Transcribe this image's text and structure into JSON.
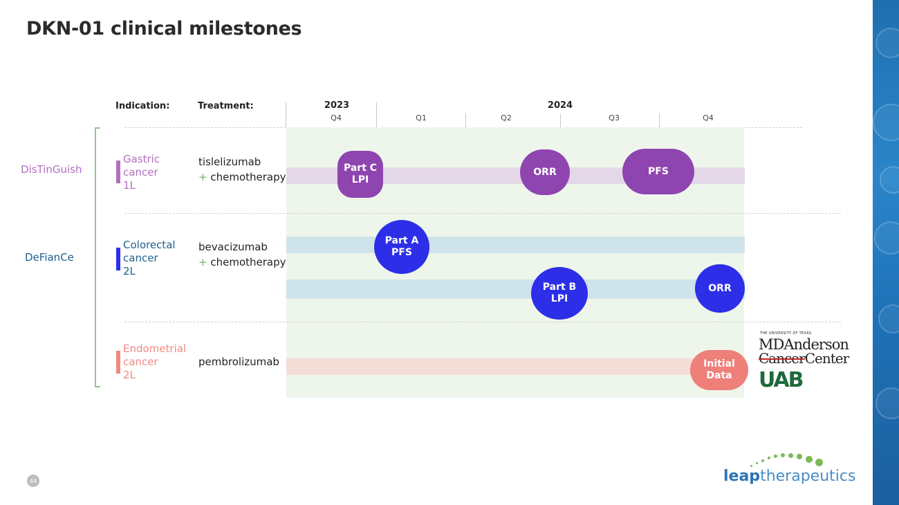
{
  "title": "DKN-01 clinical milestones",
  "headers": {
    "indication": "Indication:",
    "treatment": "Treatment:"
  },
  "timeline": {
    "years": [
      "2023",
      "2024"
    ],
    "quarters": [
      "Q4",
      "Q1",
      "Q2",
      "Q3",
      "Q4"
    ]
  },
  "trials": [
    {
      "name": "DisTinGuish",
      "color": "#b36ec2",
      "indication": [
        "Gastric",
        "cancer",
        "1L"
      ],
      "treatment": {
        "line1": "tislelizumab",
        "plus": "+",
        "line2": "chemotherapy"
      },
      "milestones": [
        {
          "label": [
            "Part C",
            "LPI"
          ]
        },
        {
          "label": [
            "ORR"
          ]
        },
        {
          "label": [
            "PFS"
          ]
        }
      ]
    },
    {
      "name": "DeFianCe",
      "color": "#1f5f8c",
      "indication": [
        "Colorectal",
        "cancer",
        "2L"
      ],
      "treatment": {
        "line1": "bevacizumab",
        "plus": "+",
        "line2": "chemotherapy"
      },
      "milestones": [
        {
          "label": [
            "Part A",
            "PFS"
          ]
        },
        {
          "label": [
            "Part B",
            "LPI"
          ]
        },
        {
          "label": [
            "ORR"
          ]
        }
      ]
    },
    {
      "name": "",
      "color": "#ef8a82",
      "indication": [
        "Endometrial",
        "cancer",
        "2L"
      ],
      "treatment": {
        "line1": "pembrolizumab"
      },
      "milestones": [
        {
          "label": [
            "Initial",
            "Data"
          ]
        }
      ]
    }
  ],
  "logos": {
    "mda_small": "THE UNIVERSITY OF TEXAS",
    "mda_line1": "MDAnderson",
    "mda_cancer": "Cancer",
    "mda_center": "Center",
    "uab": "UAB",
    "leap_bold": "leap",
    "leap_rest": "therapeutics"
  },
  "page_number": "44",
  "colors": {
    "purple": "#8e45b0",
    "blue": "#2d2fe8",
    "salmon": "#ee7f79",
    "green_bg": "#eef6ec"
  }
}
